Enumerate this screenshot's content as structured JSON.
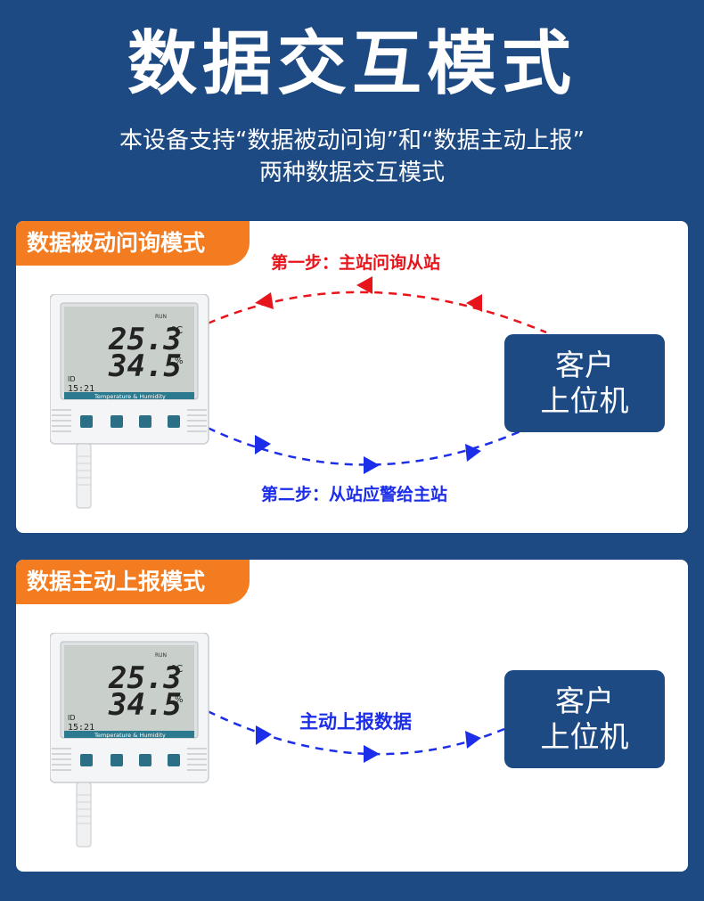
{
  "header": {
    "title": "数据交互模式",
    "subtitle_line1": "本设备支持“数据被动问询”和“数据主动上报”",
    "subtitle_line2": "两种数据交互模式"
  },
  "panel_passive": {
    "tag": "数据被动问询模式",
    "step1": "第一步：主站问询从站",
    "step2": "第二步：从站应警给主站",
    "host_line1": "客户",
    "host_line2": "上位机"
  },
  "panel_active": {
    "tag": "数据主动上报模式",
    "flow_label": "主动上报数据",
    "host_line1": "客户",
    "host_line2": "上位机"
  },
  "device": {
    "temperature": "25.3",
    "temp_unit": "°C",
    "humidity": "34.5",
    "hum_unit": "%",
    "time": "15:21",
    "id_label": "ID",
    "brand_label": "Temperature & Humidity"
  },
  "colors": {
    "background": "#1d4a83",
    "tag": "#f47c20",
    "request_arrow": "#e8141b",
    "response_arrow": "#1d2ee8"
  }
}
